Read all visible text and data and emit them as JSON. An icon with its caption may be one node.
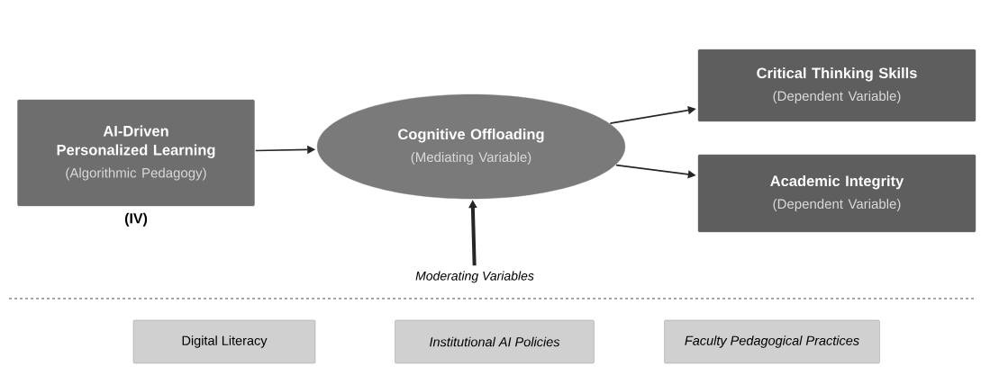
{
  "diagram": {
    "nodes": [
      {
        "text": [
          "AI-Driven Personalized Learning",
          "(Algorithmic Pedagogy)"
        ],
        "beside": [
          "(IV)"
        ]
      },
      {
        "text": [
          "Cognitive Offloading",
          "(Mediating Variable)"
        ]
      },
      {
        "text": [
          "Critical Thinking Skills",
          "(Dependent Variable)"
        ]
      },
      {
        "text": [
          "Academic Integrity",
          "(Dependent Variable)"
        ]
      },
      {
        "text": [
          "Moderating Variables"
        ]
      },
      {
        "text": [
          "Digital Literacy"
        ]
      },
      {
        "text": [
          "Institutional AI Policies"
        ]
      },
      {
        "text": [
          "Faculty Pedagogical Practices"
        ]
      }
    ],
    "edges": [
      {
        "from": 0,
        "to": 1,
        "arrow": "to"
      },
      {
        "from": 1,
        "to": 2,
        "arrow": "to"
      },
      {
        "from": 1,
        "to": 3,
        "arrow": "to"
      },
      {
        "from": 4,
        "to": 1,
        "arrow": "to",
        "style": "thick"
      }
    ]
  }
}
